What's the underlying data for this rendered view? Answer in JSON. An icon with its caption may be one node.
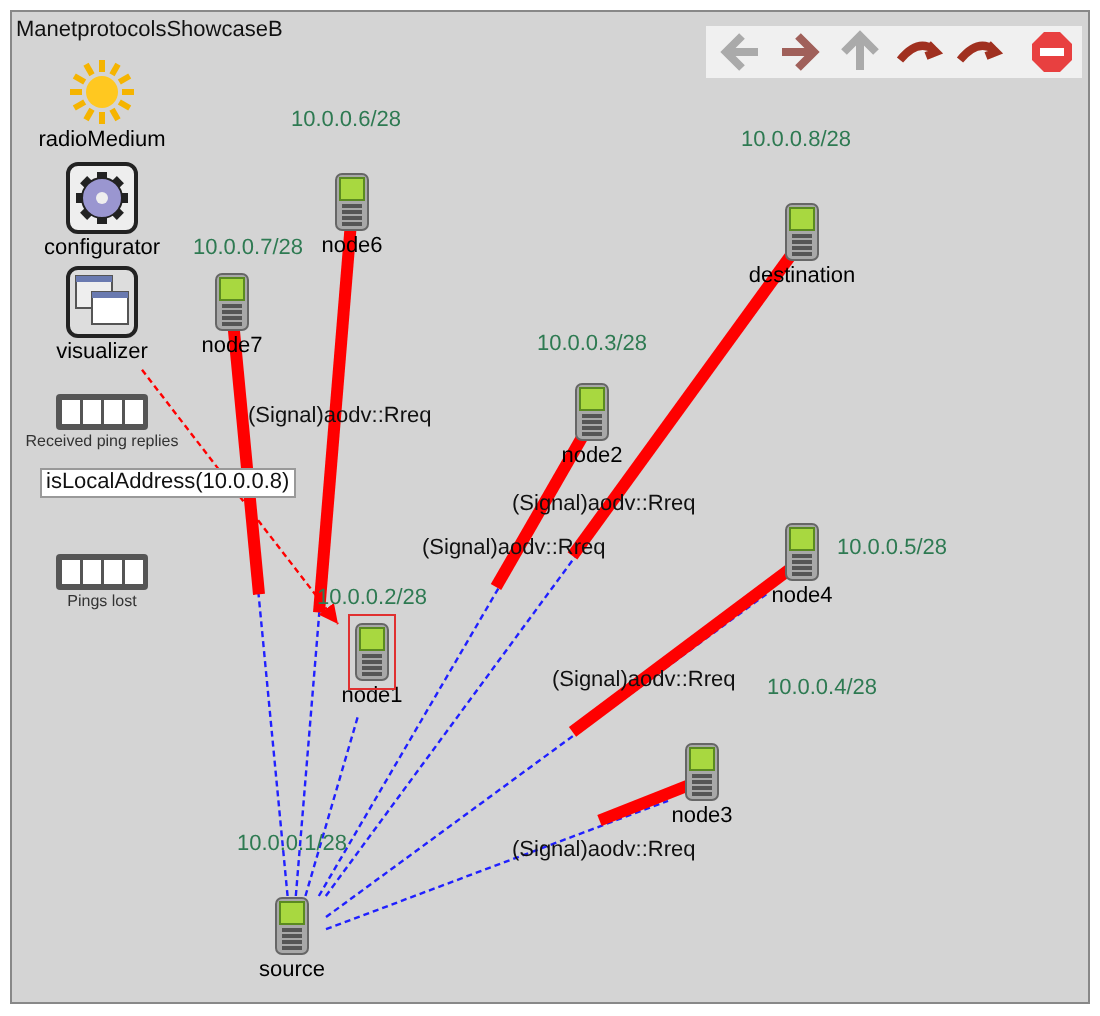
{
  "diagram": {
    "title": "ManetprotocolsShowcaseB",
    "nodes": [
      {
        "text": [
          "radioMedium"
        ]
      },
      {
        "text": [
          "configurator"
        ]
      },
      {
        "text": [
          "visualizer"
        ]
      },
      {
        "text": [
          "node7"
        ],
        "beside": [
          "10.0.0.7/28"
        ]
      },
      {
        "text": [
          "node6"
        ],
        "beside": [
          "10.0.0.6/28"
        ]
      },
      {
        "text": [
          "destination"
        ],
        "beside": [
          "10.0.0.8/28"
        ]
      },
      {
        "text": [
          "node2"
        ],
        "beside": [
          "10.0.0.3/28"
        ]
      },
      {
        "text": [
          "Received ping replies"
        ]
      },
      {
        "text": [
          "node1"
        ],
        "beside": [
          "10.0.0.2/28"
        ]
      },
      {
        "text": [
          "node4"
        ],
        "beside": [
          "10.0.0.5/28"
        ]
      },
      {
        "text": [
          "Pings lost"
        ]
      },
      {
        "text": [
          "node3"
        ],
        "beside": [
          "10.0.0.4/28"
        ]
      },
      {
        "text": [
          "source"
        ],
        "beside": [
          "10.0.0.1/28"
        ]
      }
    ],
    "edges": [
      {
        "from": 12,
        "to": 3,
        "arrow": "none",
        "style": "dashed"
      },
      {
        "from": 12,
        "to": 8,
        "arrow": "none",
        "style": "dashed"
      },
      {
        "from": 12,
        "to": 4,
        "arrow": "none",
        "style": "dashed"
      },
      {
        "from": 12,
        "to": 6,
        "arrow": "none",
        "style": "dashed"
      },
      {
        "from": 12,
        "to": 5,
        "arrow": "none",
        "style": "dashed"
      },
      {
        "from": 12,
        "to": 9,
        "arrow": "none",
        "style": "dashed"
      },
      {
        "from": 12,
        "to": 11,
        "arrow": "none",
        "style": "dashed"
      },
      {
        "from": 2,
        "to": 8,
        "arrow": "to",
        "style": "dashed",
        "color": "#ff0000"
      }
    ],
    "labels": [
      "(Signal)aodv::Rreq",
      "(Signal)aodv::Rreq",
      "isLocalAddress(10.0.0.8)",
      "(Signal)aodv::Rreq",
      "(Signal)aodv::Rreq",
      "(Signal)aodv::Rreq"
    ]
  }
}
